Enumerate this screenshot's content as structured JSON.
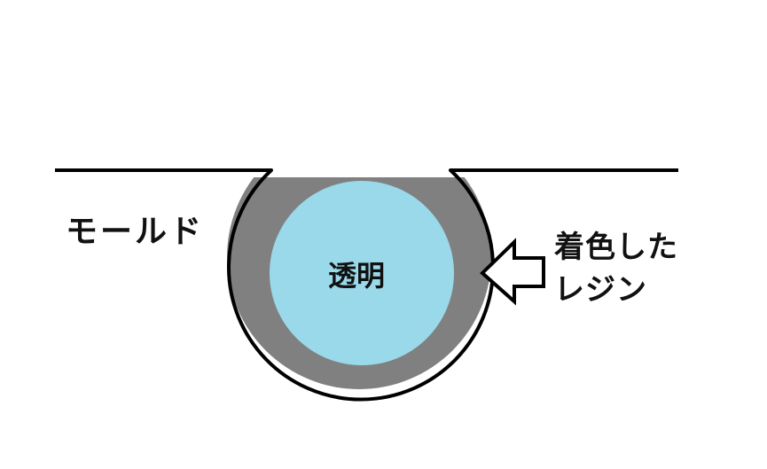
{
  "labels": {
    "mold": "モールド",
    "clear": "透明",
    "colored_resin_line1": "着色した",
    "colored_resin_line2": "レジン"
  },
  "colors": {
    "background": "#ffffff",
    "mold_outline": "#000000",
    "colored_resin": "#808080",
    "clear_resin": "#99d9ea",
    "arrow_fill": "#ffffff",
    "arrow_outline": "#000000"
  }
}
